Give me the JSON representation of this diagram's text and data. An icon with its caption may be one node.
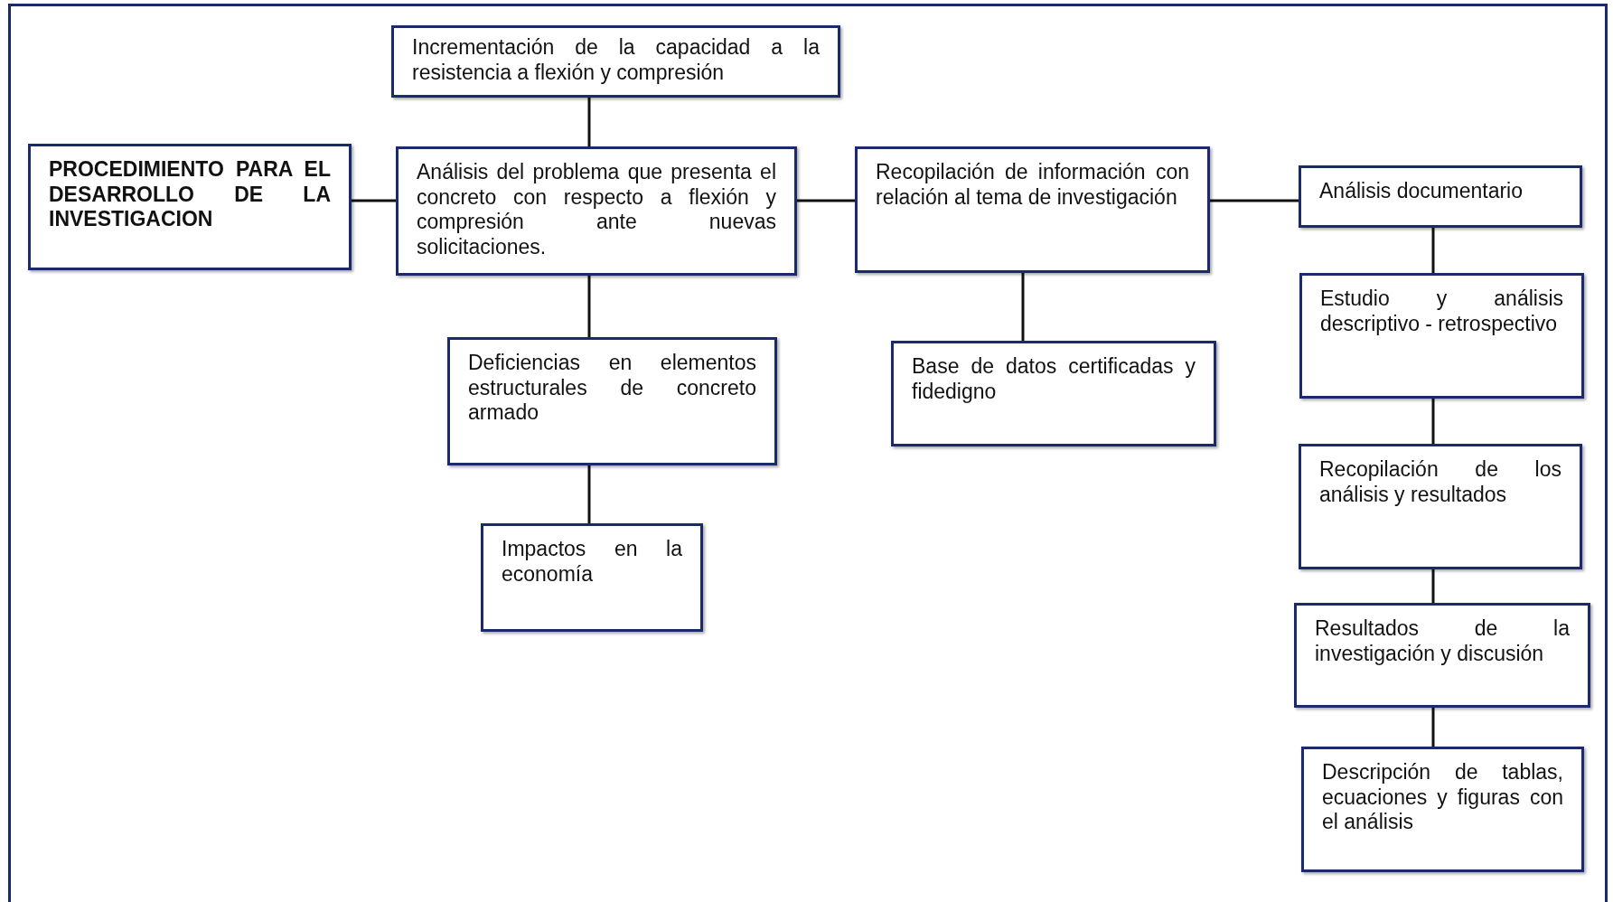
{
  "diagram": {
    "nodes": [
      {
        "text": [
          "PROCEDIMIENTO PARA EL DESARROLLO DE LA INVESTIGACION"
        ]
      },
      {
        "text": [
          "Incrementación de la capacidad a la resistencia a flexión y compresión"
        ]
      },
      {
        "text": [
          "Análisis del problema que presenta el concreto con respecto a flexión y compresión ante nuevas solicitaciones."
        ]
      },
      {
        "text": [
          "Deficiencias en elementos estructurales de concreto armado"
        ]
      },
      {
        "text": [
          "Impactos en la economía"
        ]
      },
      {
        "text": [
          "Recopilación de información con relación al tema de investigación"
        ]
      },
      {
        "text": [
          "Base de datos certificadas y fidedigno"
        ]
      },
      {
        "text": [
          "Análisis documentario"
        ]
      },
      {
        "text": [
          "Estudio y análisis descriptivo - retrospectivo"
        ]
      },
      {
        "text": [
          "Recopilación de los análisis y resultados"
        ]
      },
      {
        "text": [
          "Resultados de la investigación y discusión"
        ]
      },
      {
        "text": [
          "Descripción de tablas, ecuaciones y figuras con el análisis"
        ]
      }
    ],
    "edges": [
      {
        "from": 0,
        "to": 2,
        "arrow": "none"
      },
      {
        "from": 2,
        "to": 1,
        "arrow": "none"
      },
      {
        "from": 2,
        "to": 3,
        "arrow": "none"
      },
      {
        "from": 3,
        "to": 4,
        "arrow": "none"
      },
      {
        "from": 2,
        "to": 5,
        "arrow": "none"
      },
      {
        "from": 5,
        "to": 6,
        "arrow": "none"
      },
      {
        "from": 5,
        "to": 7,
        "arrow": "none"
      },
      {
        "from": 7,
        "to": 8,
        "arrow": "none"
      },
      {
        "from": 8,
        "to": 9,
        "arrow": "none"
      },
      {
        "from": 9,
        "to": 10,
        "arrow": "none"
      },
      {
        "from": 10,
        "to": 11,
        "arrow": "none"
      }
    ]
  }
}
